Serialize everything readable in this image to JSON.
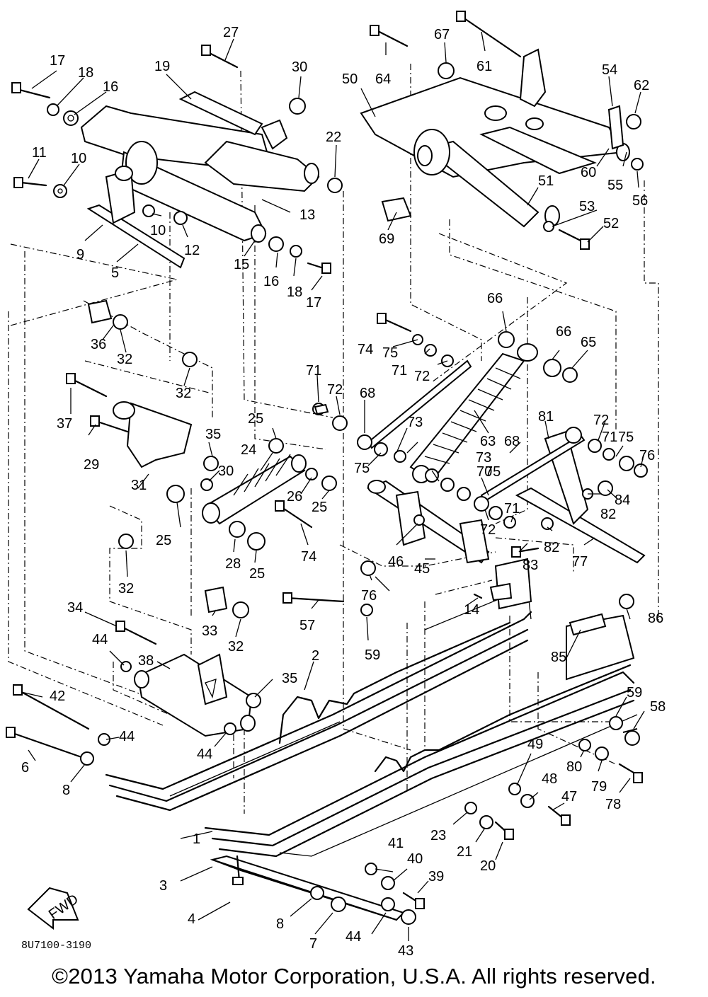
{
  "diagram": {
    "drawing_code": "8U7100-3190",
    "fwd_label": "FWD",
    "copyright": "©2013 Yamaha Motor Corporation, U.S.A. All rights reserved."
  },
  "callouts": [
    "1",
    "2",
    "3",
    "4",
    "5",
    "6",
    "7",
    "8",
    "8",
    "9",
    "10",
    "10",
    "11",
    "12",
    "13",
    "14",
    "15",
    "16",
    "16",
    "17",
    "17",
    "18",
    "18",
    "19",
    "20",
    "21",
    "22",
    "23",
    "24",
    "25",
    "25",
    "25",
    "25",
    "26",
    "27",
    "28",
    "29",
    "30",
    "30",
    "31",
    "32",
    "32",
    "32",
    "32",
    "33",
    "34",
    "35",
    "35",
    "36",
    "37",
    "38",
    "39",
    "40",
    "41",
    "42",
    "43",
    "44",
    "44",
    "44",
    "44",
    "45",
    "46",
    "47",
    "48",
    "49",
    "50",
    "51",
    "52",
    "53",
    "54",
    "55",
    "56",
    "57",
    "58",
    "59",
    "59",
    "60",
    "61",
    "62",
    "63",
    "64",
    "65",
    "66",
    "66",
    "67",
    "68",
    "68",
    "69",
    "70",
    "71",
    "71",
    "71",
    "71",
    "72",
    "72",
    "72",
    "72",
    "73",
    "73",
    "74",
    "74",
    "75",
    "75",
    "75",
    "75",
    "76",
    "76",
    "77",
    "78",
    "79",
    "80",
    "81",
    "82",
    "82",
    "83",
    "84",
    "85",
    "86"
  ]
}
